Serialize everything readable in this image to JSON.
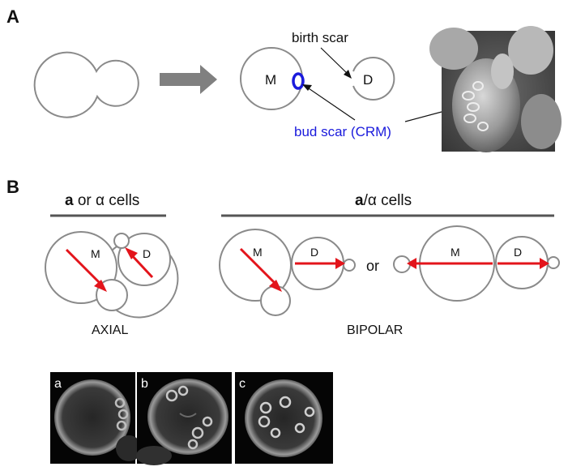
{
  "panel_a": {
    "letter": "A",
    "mother_label": "M",
    "daughter_label": "D",
    "birth_scar_label": "birth scar",
    "bud_scar_label": "bud scar (CRM)"
  },
  "panel_b": {
    "letter": "B",
    "left_header_bold": "a",
    "left_header_rest": " or α cells",
    "right_header_bold": "a",
    "right_header_rest": "/α cells",
    "axial_mother": "M",
    "axial_daughter": "D",
    "bipolar1_mother": "M",
    "bipolar1_daughter": "D",
    "or_label": "or",
    "bipolar2_mother": "M",
    "bipolar2_daughter": "D",
    "axial_caption": "AXIAL",
    "bipolar_caption": "BIPOLAR"
  },
  "micrographs": [
    {
      "label": "a"
    },
    {
      "label": "b"
    },
    {
      "label": "c"
    }
  ],
  "colors": {
    "red_arrow": "#e3141b",
    "bud_scar_blue": "#1a1adc",
    "cell_outline": "#8a8a8a"
  }
}
